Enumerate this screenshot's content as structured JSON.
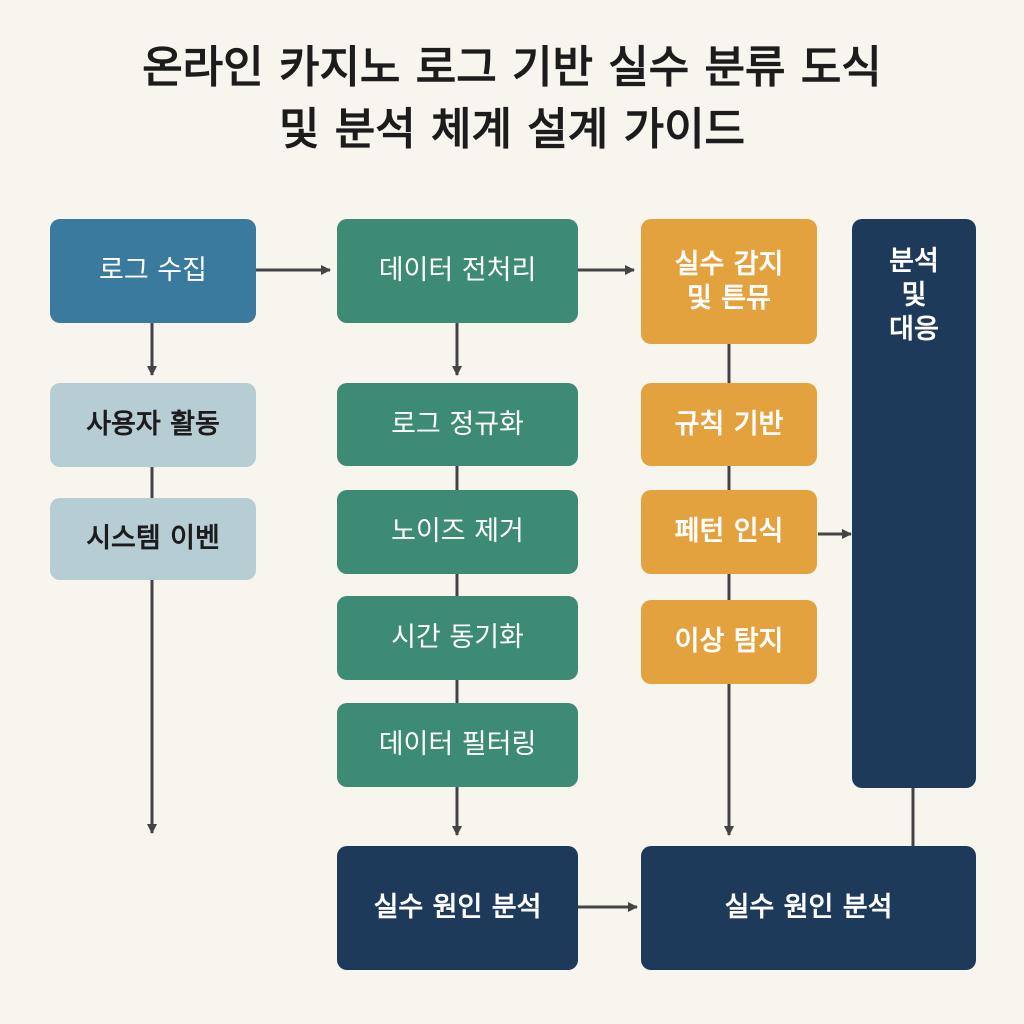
{
  "title": {
    "line1": "온라인 카지노 로그 기반 실수 분류 도식",
    "line2": "및 분석 체계 설계 가이드"
  },
  "boxes": {
    "log_collect": "로그 수집",
    "user_activity": "사용자 활동",
    "system_event": "시스템 이벤",
    "preprocess": "데이터 전처리",
    "normalize": "로그 정규화",
    "noise_remove": "노이즈 제거",
    "time_sync": "시간 동기화",
    "data_filter": "데이터 필터링",
    "detect_line1": "실수 감지",
    "detect_line2": "및 튼뮤",
    "rule_based": "규칙 기반",
    "pattern": "페턴 인식",
    "anomaly": "이상 탐지",
    "analysis_line1": "분석",
    "analysis_line2": "및",
    "analysis_line3": "대응",
    "cause_left": "실수 원인 분석",
    "cause_right": "실수 원인 분석"
  },
  "colors": {
    "blue": "#3a7a9f",
    "light": "#b6cdd3",
    "green": "#3d8a75",
    "orange": "#e4a23f",
    "navy": "#1e3a5b",
    "connector": "#444444",
    "background": "#f8f5ef"
  }
}
